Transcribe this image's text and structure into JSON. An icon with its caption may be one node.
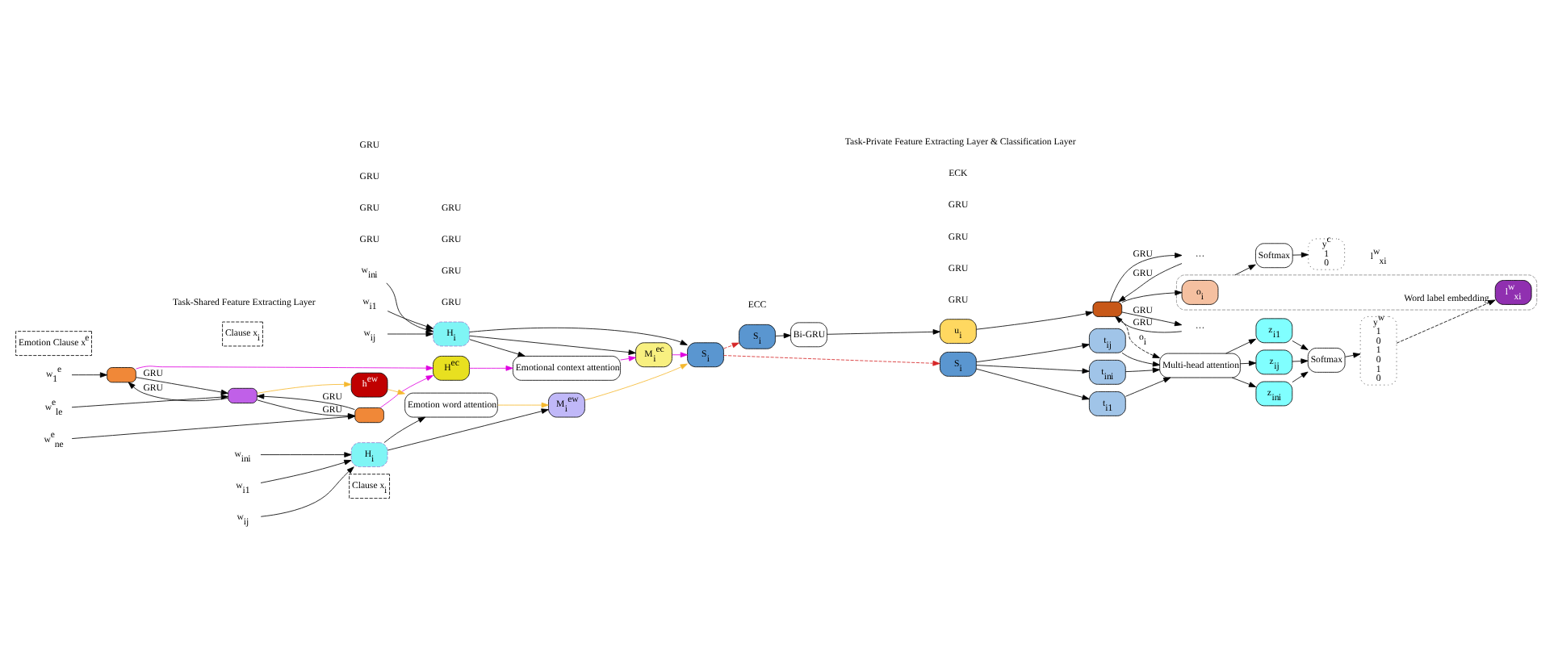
{
  "diagram": {
    "nodes": [
      {
        "text": [
          "Clause x$_{i}$"
        ]
      },
      {
        "text": [
          "w$_{i1}$"
        ]
      },
      {
        "text": [
          "w$_{ij}$"
        ]
      },
      {
        "text": [
          "w$_{in}$$_{i}$"
        ]
      },
      {
        "text": [
          "H$_{i}$"
        ]
      },
      {
        "text": [
          "Emotion Clause x$^{e}$"
        ]
      },
      {
        "text": [
          "w$_{1}$$^{e}$"
        ]
      },
      {
        "text": [],
        "shape": "box"
      },
      {
        "text": [
          "w$^{e}$$_{l}$$_{e}$"
        ]
      },
      {
        "text": [],
        "shape": "box"
      },
      {
        "text": [
          "w$^{e}$$_{n}$$_{e}$"
        ]
      },
      {
        "text": [],
        "shape": "box"
      },
      {
        "text": [
          "H$^{ec}$"
        ]
      },
      {
        "text": [
          "h$^{ew}$"
        ]
      },
      {
        "text": [
          "Emotional context attention"
        ]
      },
      {
        "text": [
          "Emotion word attention"
        ]
      },
      {
        "text": [
          "M$_{i}$$^{ec}$"
        ]
      },
      {
        "text": [
          "M$_{i}$$^{ew}$"
        ]
      },
      {
        "text": [
          "H$_{i}$"
        ]
      },
      {
        "text": [
          "w$_{i1}$"
        ]
      },
      {
        "text": [
          "w$_{ij}$"
        ]
      },
      {
        "text": [
          "w$_{in}$$_{i}$"
        ]
      },
      {
        "text": [
          "Clause x$_{i}$"
        ]
      },
      {
        "text": [
          "S$_{i}$"
        ]
      },
      {
        "text": [
          "y$^{c}$",
          "1",
          "0"
        ]
      },
      {
        "text": [
          "Softmax"
        ]
      },
      {
        "text": [],
        "shape": "box"
      },
      {
        "text": [
          "o$_{i}$"
        ],
        "in": 26
      },
      {
        "text": [
          "l$^{w}$$_{x}$$_{i}$"
        ],
        "in": 26
      },
      {
        "text": [],
        "shape": "box"
      },
      {
        "text": [
          "···"
        ]
      },
      {
        "text": [
          "···"
        ]
      },
      {
        "text": [
          "u$_{i}$"
        ]
      },
      {
        "text": [
          "Bi-GRU"
        ]
      },
      {
        "text": [
          "S$_{i}$"
        ]
      },
      {
        "text": [
          "y$^{w}$",
          "1",
          "0",
          "1",
          "0",
          "1",
          "0"
        ]
      },
      {
        "text": [
          "Softmax"
        ]
      },
      {
        "text": [
          "z$_{i1}$"
        ]
      },
      {
        "text": [
          "z$_{ij}$"
        ]
      },
      {
        "text": [
          "z$_{in}$$_{i}$"
        ]
      },
      {
        "text": [
          "Multi-head attention"
        ]
      },
      {
        "text": [
          "t$_{i1}$"
        ]
      },
      {
        "text": [
          "t$_{ij}$"
        ]
      },
      {
        "text": [
          "t$_{in}$$_{i}$"
        ]
      },
      {
        "text": [
          "S$_{i}$"
        ]
      }
    ],
    "edges": [
      {
        "from": 1,
        "to": 4,
        "arrow": "to"
      },
      {
        "from": 2,
        "to": 4,
        "arrow": "to"
      },
      {
        "from": 3,
        "to": 4,
        "arrow": "to"
      },
      {
        "from": 6,
        "to": 7,
        "arrow": "to"
      },
      {
        "from": 8,
        "to": 9,
        "arrow": "to"
      },
      {
        "from": 10,
        "to": 11,
        "arrow": "to"
      },
      {
        "from": 7,
        "to": 9,
        "arrow": "to",
        "label": "GRU"
      },
      {
        "from": 9,
        "to": 7,
        "arrow": "to",
        "label": "GRU"
      },
      {
        "from": 9,
        "to": 11,
        "arrow": "to",
        "label": "GRU"
      },
      {
        "from": 11,
        "to": 9,
        "arrow": "to",
        "label": "GRU"
      },
      {
        "from": 7,
        "to": 12,
        "arrow": "to",
        "color": "#e000e0"
      },
      {
        "from": 11,
        "to": 12,
        "arrow": "to",
        "color": "#e000e0"
      },
      {
        "from": 9,
        "to": 13,
        "arrow": "to",
        "color": "#f5b82e"
      },
      {
        "from": 12,
        "to": 14,
        "arrow": "to",
        "color": "#e000e0"
      },
      {
        "from": 4,
        "to": 14,
        "arrow": "to"
      },
      {
        "from": 4,
        "to": 16,
        "arrow": "to"
      },
      {
        "from": 4,
        "to": 23,
        "arrow": "to"
      },
      {
        "from": 14,
        "to": 16,
        "arrow": "to",
        "color": "#e000e0"
      },
      {
        "from": 16,
        "to": 23,
        "arrow": "to",
        "color": "#e000e0"
      },
      {
        "from": 13,
        "to": 15,
        "arrow": "to",
        "color": "#f5b82e"
      },
      {
        "from": 18,
        "to": 15,
        "arrow": "to"
      },
      {
        "from": 18,
        "to": 17,
        "arrow": "to"
      },
      {
        "from": 15,
        "to": 17,
        "arrow": "to",
        "color": "#f5b82e"
      },
      {
        "from": 17,
        "to": 23,
        "arrow": "to",
        "color": "#f5b82e"
      },
      {
        "from": 19,
        "to": 18,
        "arrow": "to"
      },
      {
        "from": 20,
        "to": 18,
        "arrow": "to"
      },
      {
        "from": 21,
        "to": 18,
        "arrow": "to"
      },
      {
        "from": 23,
        "to": 34,
        "arrow": "to",
        "style": "dashed",
        "color": "#d62728"
      },
      {
        "from": 23,
        "to": 44,
        "arrow": "to",
        "style": "dashed",
        "color": "#d62728"
      },
      {
        "from": 34,
        "to": 33,
        "arrow": "to"
      },
      {
        "from": 33,
        "to": 32,
        "arrow": "to"
      },
      {
        "from": 32,
        "to": 29,
        "arrow": "to"
      },
      {
        "from": 29,
        "to": 27,
        "arrow": "to"
      },
      {
        "from": 30,
        "to": 29,
        "arrow": "to",
        "label": "GRU"
      },
      {
        "from": 29,
        "to": 30,
        "arrow": "to",
        "label": "GRU"
      },
      {
        "from": 29,
        "to": 31,
        "arrow": "to",
        "label": "GRU"
      },
      {
        "from": 31,
        "to": 29,
        "arrow": "to",
        "label": "GRU"
      },
      {
        "from": 26,
        "to": 25,
        "arrow": "to"
      },
      {
        "from": 25,
        "to": 24,
        "arrow": "to"
      },
      {
        "from": 29,
        "to": 40,
        "arrow": "to",
        "style": "dashed",
        "label": "o$_{i}$"
      },
      {
        "from": 35,
        "to": 28,
        "arrow": "to",
        "style": "dashed",
        "label": "Word label embedding"
      },
      {
        "from": 44,
        "to": 41,
        "arrow": "to"
      },
      {
        "from": 44,
        "to": 42,
        "arrow": "to"
      },
      {
        "from": 44,
        "to": 43,
        "arrow": "to"
      },
      {
        "from": 41,
        "to": 40,
        "arrow": "to"
      },
      {
        "from": 42,
        "to": 40,
        "arrow": "to"
      },
      {
        "from": 43,
        "to": 40,
        "arrow": "to"
      },
      {
        "from": 40,
        "to": 37,
        "arrow": "to"
      },
      {
        "from": 40,
        "to": 38,
        "arrow": "to"
      },
      {
        "from": 40,
        "to": 39,
        "arrow": "to"
      },
      {
        "from": 37,
        "to": 36,
        "arrow": "to"
      },
      {
        "from": 38,
        "to": 36,
        "arrow": "to"
      },
      {
        "from": 39,
        "to": 36,
        "arrow": "to"
      },
      {
        "from": 36,
        "to": 35,
        "arrow": "to"
      }
    ],
    "labels": [
      "GRU",
      "GRU",
      "GRU",
      "GRU",
      "GRU",
      "GRU",
      "GRU",
      "GRU",
      "Task-Shared Feature Extracting Layer",
      "l$^{w}$$_{x}$$_{i}$",
      "GRU",
      "GRU",
      "GRU",
      "GRU",
      "ECC",
      "ECK",
      "Task-Private Feature Extracting Layer & Classification Layer"
    ]
  }
}
